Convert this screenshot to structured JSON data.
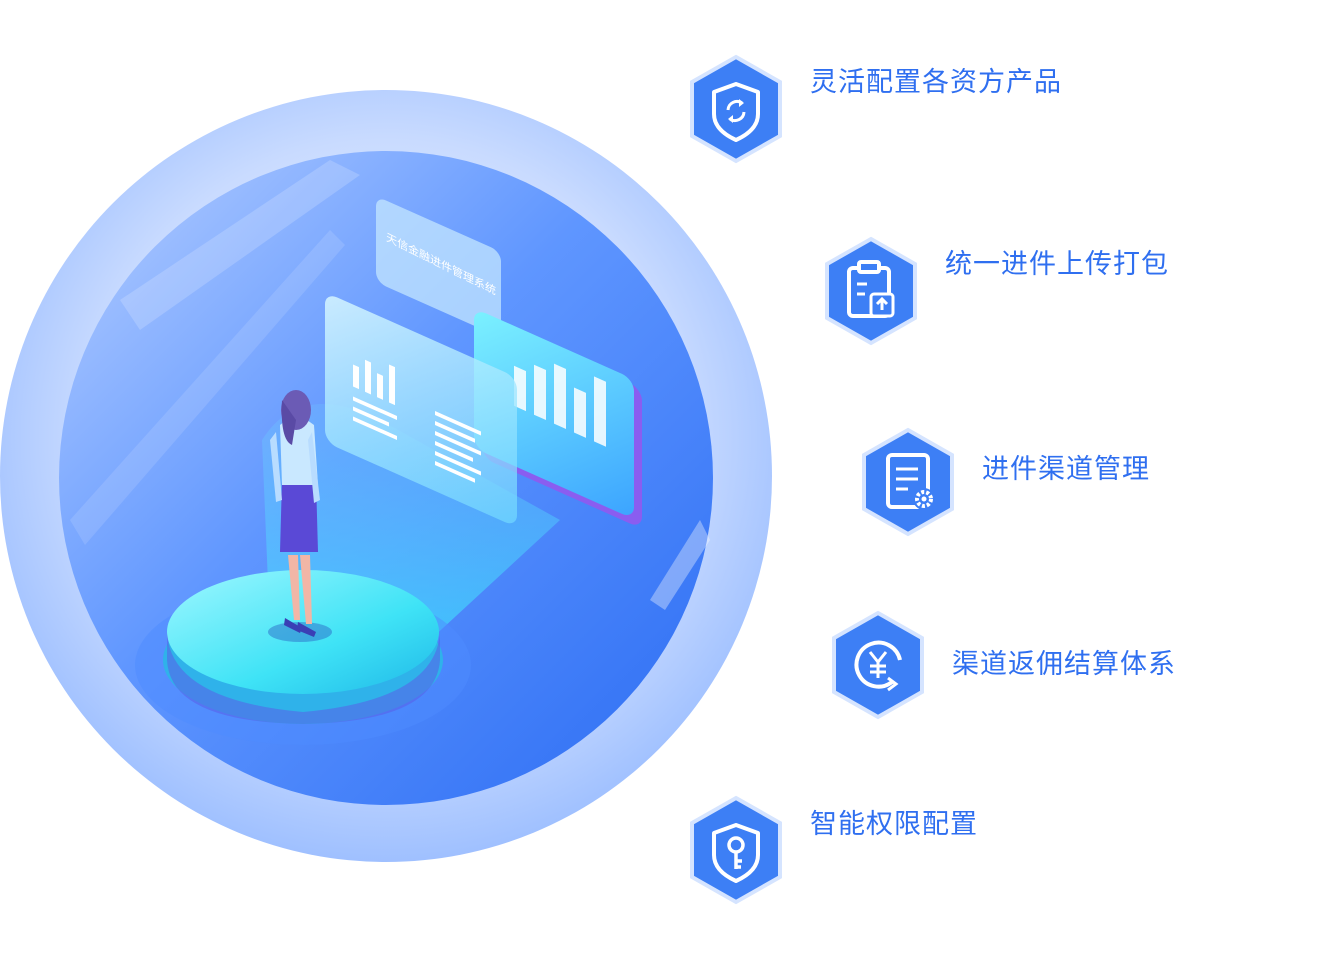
{
  "features": [
    {
      "label": "灵活配置各资方产品",
      "icon": "shield-refresh-icon"
    },
    {
      "label": "统一进件上传打包",
      "icon": "clipboard-upload-icon"
    },
    {
      "label": "进件渠道管理",
      "icon": "document-settings-icon"
    },
    {
      "label": "渠道返佣结算体系",
      "icon": "yen-cycle-icon"
    },
    {
      "label": "智能权限配置",
      "icon": "shield-key-icon"
    }
  ],
  "illustration": {
    "panel_text": "天信金融进件管理系统"
  },
  "colors": {
    "accent": "#2f6ff0",
    "hex_fill": "#3d7ff5",
    "hex_border": "#d5e4ff"
  }
}
